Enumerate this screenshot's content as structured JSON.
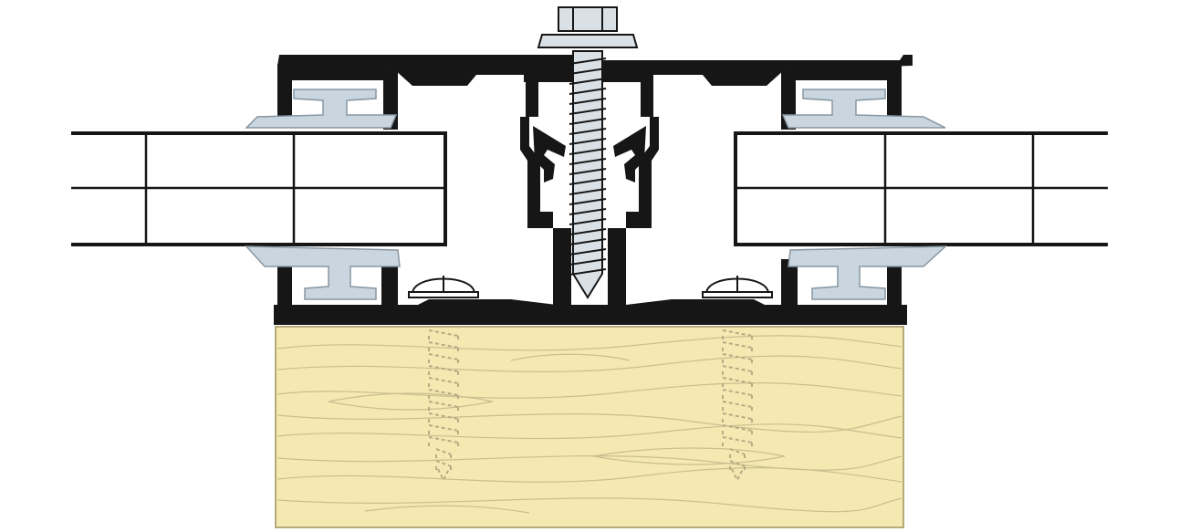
{
  "diagram": {
    "kind": "technical cross-section",
    "components": [
      "multiwall-polycarbonate-sheet-left",
      "multiwall-polycarbonate-sheet-right",
      "aluminium-glazing-bar",
      "top-hex-bolt",
      "left-base-screw",
      "right-base-screw",
      "left-upper-gasket",
      "left-lower-gasket",
      "right-upper-gasket",
      "right-lower-gasket",
      "timber-rafter"
    ],
    "colors": {
      "background": "#ffffff",
      "profile": "#161616",
      "gasket": "#c9d6df",
      "gasket_stroke": "#8797a3",
      "timber": "#f6e8b1",
      "timber_stroke": "#b4ab7a",
      "grain": "#c9bf8f",
      "screw_thread": "#b8ab84",
      "bolt": "#d9e1e7",
      "sheet_line": "#161616"
    }
  }
}
